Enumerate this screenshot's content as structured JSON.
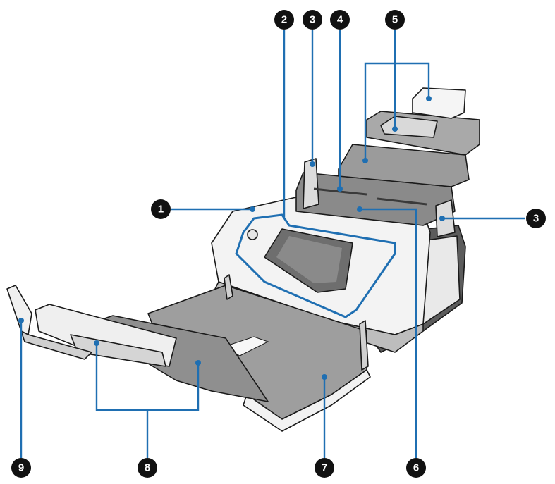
{
  "callouts": {
    "c1": "1",
    "c2": "2",
    "c3a": "3",
    "c3b": "3",
    "c4": "4",
    "c5": "5",
    "c6": "6",
    "c7": "7",
    "c8": "8",
    "c9": "9"
  },
  "colors": {
    "leader": "#1f6fb2",
    "badge": "#111111",
    "body_light": "#f2f2f2",
    "body_mid": "#c8c8c8",
    "body_dark": "#7a7a7a",
    "tray": "#9a9a9a",
    "screen": "#6e6e6e"
  }
}
